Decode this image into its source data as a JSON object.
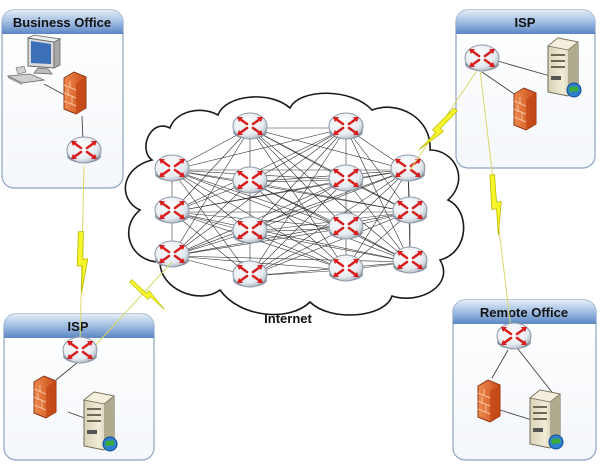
{
  "diagram": {
    "offices": {
      "business_office": {
        "title": "Business Office"
      },
      "isp_top_right": {
        "title": "ISP"
      },
      "isp_bottom_left": {
        "title": "ISP"
      },
      "remote_office": {
        "title": "Remote Office"
      }
    },
    "cloud": {
      "label": "Internet"
    },
    "colors": {
      "box_header": "#5b86c4",
      "box_header_light": "#d9e6f5",
      "box_border": "#8da3c0",
      "router_ring": "#e9eef3",
      "router_arrows": "#d81e1e",
      "firewall": "#e2622a",
      "lightning": "#f5f52a",
      "mesh_line": "#333333"
    },
    "icons": [
      "desktop-computer-icon",
      "firewall-icon",
      "router-icon",
      "server-icon",
      "globe-icon",
      "lightning-link-icon"
    ]
  }
}
